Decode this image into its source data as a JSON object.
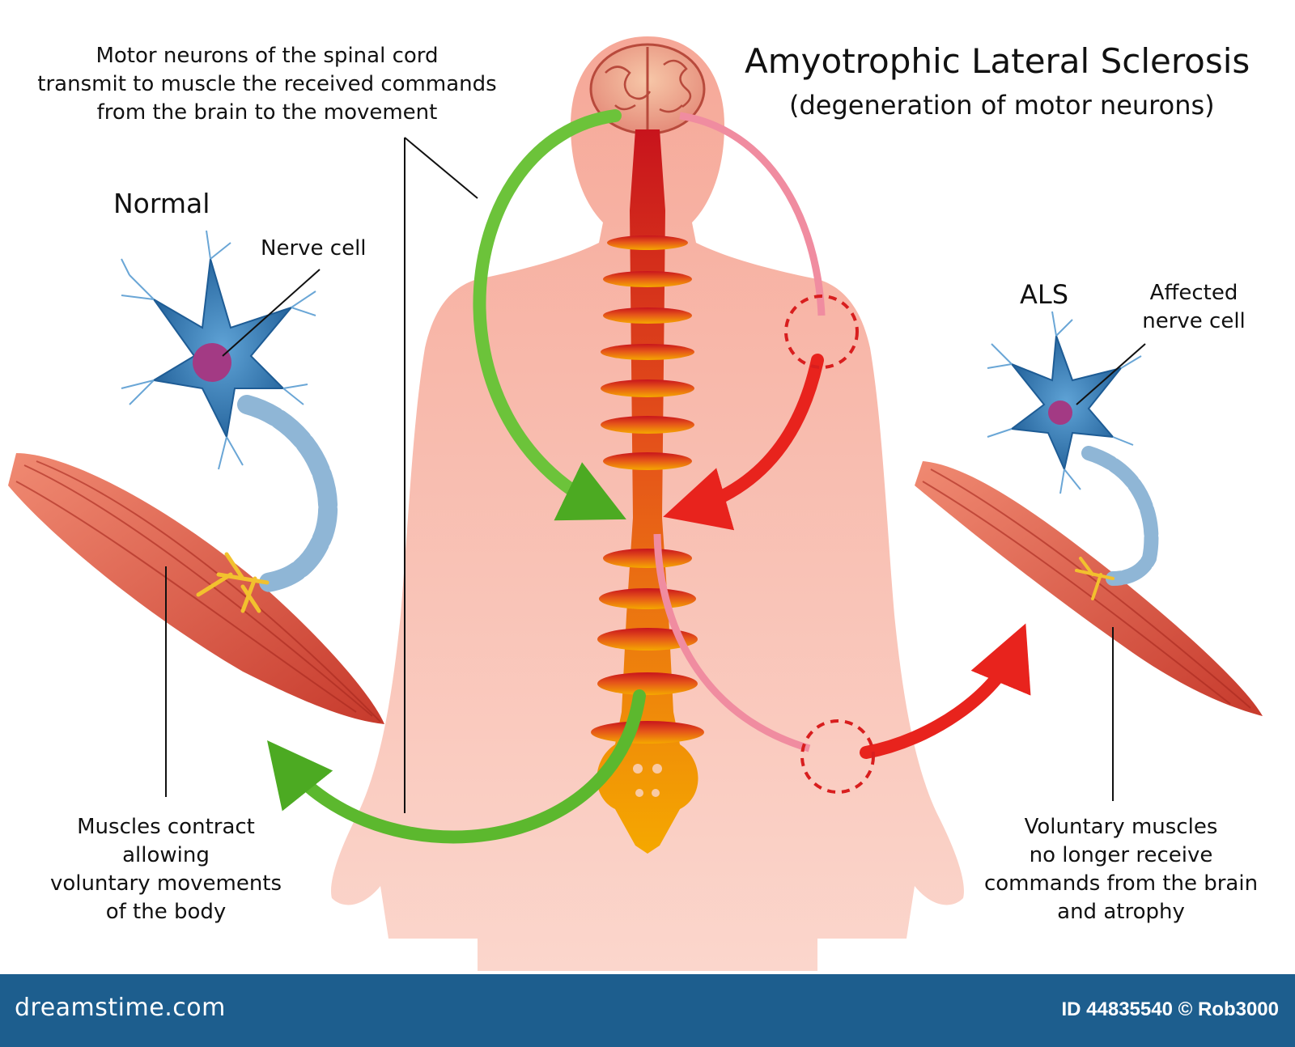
{
  "title": "Amyotrophic Lateral Sclerosis",
  "subtitle": "(degeneration of motor neurons)",
  "motor_note": "Motor neurons of the spinal cord\ntransmit to muscle the received commands\nfrom the brain to the movement",
  "normal": {
    "heading": "Normal",
    "nerve_cell_label": "Nerve cell",
    "caption": "Muscles contract\nallowing\nvoluntary movements\nof the body"
  },
  "als": {
    "heading": "ALS",
    "affected_label": "Affected\nnerve cell",
    "caption": "Voluntary muscles\nno longer receive\ncommands from the brain\nand atrophy"
  },
  "footer": {
    "brand": "dreamstime.com",
    "image_id": "ID 44835540 © Rob3000"
  },
  "colors": {
    "body": "#f6b6a6",
    "spine_top": "#c8141c",
    "spine_bottom": "#f5a000",
    "healthy_arrow": "#5cb82e",
    "als_arrow": "#e8231d",
    "neuron": "#2e6fa6",
    "muscle": "#d9473a",
    "footer_bar": "#1d5e8e"
  }
}
